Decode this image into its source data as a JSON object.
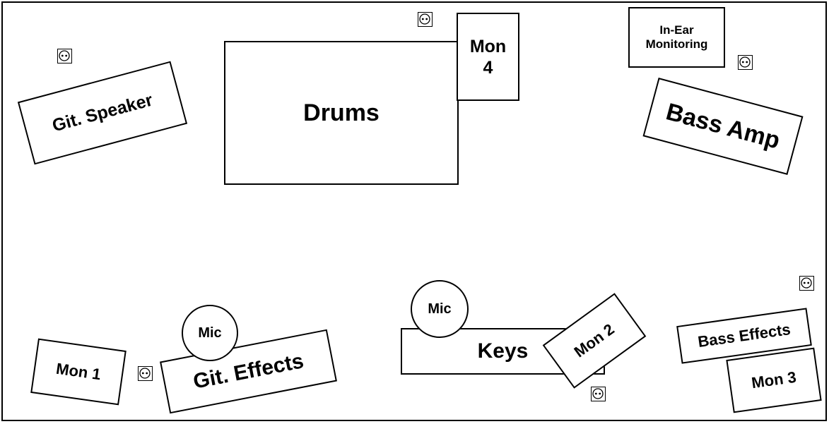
{
  "stage": {
    "items": {
      "drums": "Drums",
      "mon4_line1": "Mon",
      "mon4_line2": "4",
      "in_ear_line1": "In-Ear",
      "in_ear_line2": "Monitoring",
      "git_speaker": "Git. Speaker",
      "bass_amp": "Bass Amp",
      "mon1": "Mon 1",
      "git_effects": "Git. Effects",
      "mic_left": "Mic",
      "mic_center": "Mic",
      "keys": "Keys",
      "mon2": "Mon 2",
      "bass_effects": "Bass Effects",
      "mon3": "Mon 3"
    },
    "power_outlet_icon": "power-outlet-icon"
  }
}
